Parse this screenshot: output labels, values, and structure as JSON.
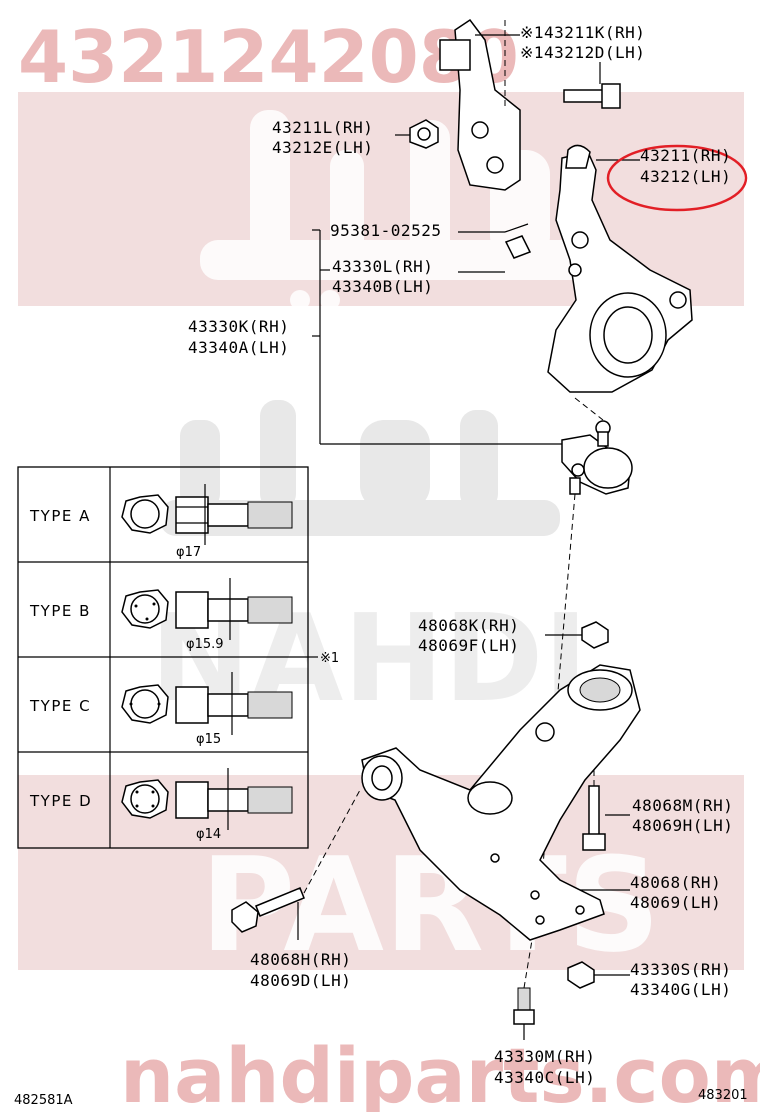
{
  "watermark": {
    "part_number": "4321242080",
    "brand_latin_1": "NAHDI",
    "brand_latin_2": "PARTS",
    "website": "nahdiparts.com",
    "colors": {
      "band": "#f2dede",
      "text": "#ebb9b9",
      "highlight": "#e21f26"
    }
  },
  "labels": {
    "l43211k": "※143211K(RH)",
    "l43212d": "※143212D(LH)",
    "l43211l": "43211L(RH)",
    "l43212e": "43212E(LH)",
    "l43211": "43211(RH)",
    "l43212": "43212(LH)",
    "l95381": "95381-02525",
    "l43330l": "43330L(RH)",
    "l43340b": "43340B(LH)",
    "l43330k": "43330K(RH)",
    "l43340a": "43340A(LH)",
    "l48068k": "48068K(RH)",
    "l48069f": "48069F(LH)",
    "l48068m": "48068M(RH)",
    "l48069h": "48069H(LH)",
    "l48068": "48068(RH)",
    "l48069": "48069(LH)",
    "l48068h": "48068H(RH)",
    "l48069d": "48069D(LH)",
    "l43330s": "43330S(RH)",
    "l43340g": "43340G(LH)",
    "l43330m": "43330M(RH)",
    "l43340c": "43340C(LH)",
    "ref_note": "※1"
  },
  "types": [
    {
      "label": "TYPE A",
      "dia": "φ17"
    },
    {
      "label": "TYPE B",
      "dia": "φ15.9"
    },
    {
      "label": "TYPE C",
      "dia": "φ15"
    },
    {
      "label": "TYPE D",
      "dia": "φ14"
    }
  ],
  "codes": {
    "left": "482581A",
    "right": "483201"
  }
}
